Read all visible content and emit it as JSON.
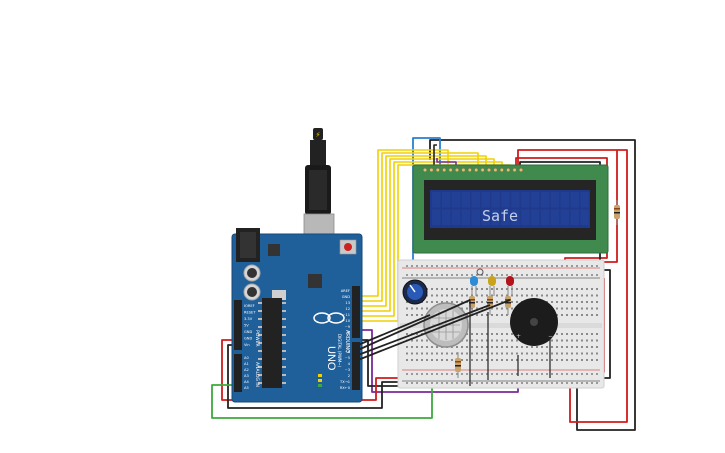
{
  "lcd": {
    "text": "Safe"
  },
  "arduino": {
    "brand": "ARDUINO",
    "model": "UNO",
    "power_header_labels": [
      "IOREF",
      "RESET",
      "3.3V",
      "5V",
      "GND",
      "GND",
      "Vin"
    ],
    "power_title": "POWER",
    "analog_labels": [
      "A0",
      "A1",
      "A2",
      "A3",
      "A4",
      "A5"
    ],
    "analog_title": "ANALOG IN",
    "digital_top_labels": [
      "AREF",
      "GND",
      "13",
      "12",
      "~11",
      "~10",
      "~9",
      "8"
    ],
    "digital_bottom_labels": [
      "7",
      "~6",
      "~5",
      "4",
      "~3",
      "2",
      "TX→1",
      "RX←0"
    ],
    "digital_title": "DIGITAL (PWM~)"
  },
  "components": {
    "leds": [
      {
        "name": "blue-led",
        "color": "#2e8bd6"
      },
      {
        "name": "yellow-led",
        "color": "#c9a31b"
      },
      {
        "name": "red-led",
        "color": "#b3141b"
      }
    ],
    "buzzer_polarity": [
      "+",
      "−"
    ]
  },
  "colors": {
    "wire_red": "#d01c1c",
    "wire_black": "#222222",
    "wire_yellow": "#f0d000",
    "wire_green": "#3caa3c",
    "wire_purple": "#7a2a9a",
    "wire_blue": "#2a7fd0",
    "arduino_blue": "#1f5f9a",
    "lcd_green": "#3f8a4c",
    "lcd_screen": "#1f3a8a"
  }
}
